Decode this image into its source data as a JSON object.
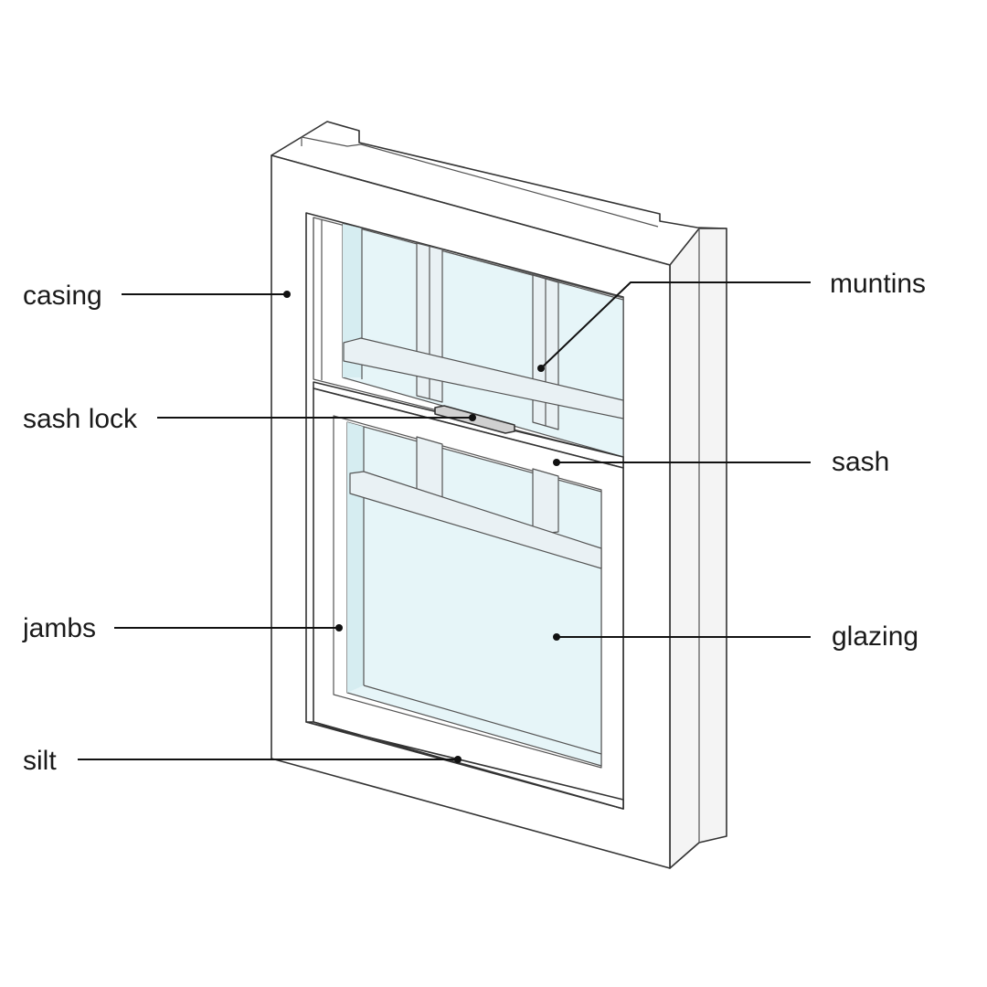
{
  "labels": {
    "casing": "casing",
    "sash_lock": "sash lock",
    "jambs": "jambs",
    "silt": "silt",
    "muntins": "muntins",
    "sash": "sash",
    "glazing": "glazing"
  },
  "colors": {
    "glass": "#e6f5f8",
    "frame": "#ffffff",
    "line": "#333333"
  }
}
